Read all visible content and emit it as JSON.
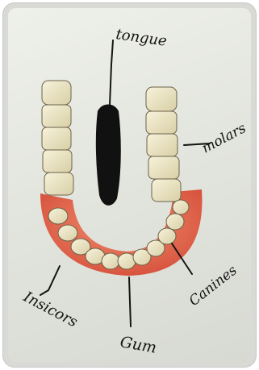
{
  "labels": {
    "tongue": "tongue",
    "molars": "molars",
    "canines": "Canines",
    "gum": "Gum",
    "incisors": "Insicors"
  },
  "colors": {
    "background": "#e6e8e1",
    "gum": "#e0614a",
    "tooth": "#ece6c6",
    "tongue": "#111111",
    "ink": "#141414"
  }
}
